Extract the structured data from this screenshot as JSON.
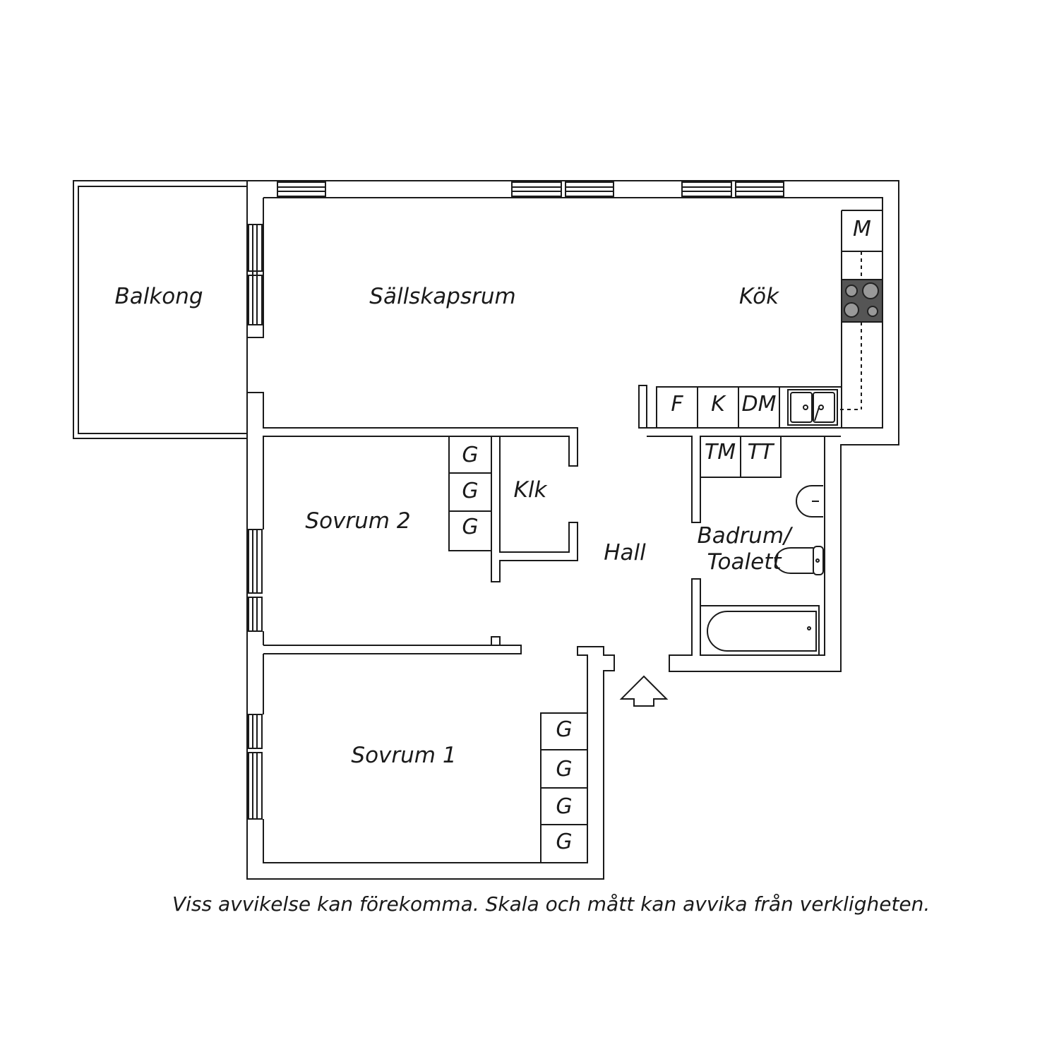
{
  "rooms": {
    "balkong": "Balkong",
    "sallskapsrum": "Sällskapsrum",
    "kok": "Kök",
    "sovrum2": "Sovrum 2",
    "klk": "Klk",
    "hall": "Hall",
    "badrum_line1": "Badrum/",
    "badrum_line2": "Toalett",
    "sovrum1": "Sovrum 1"
  },
  "fixtures": {
    "microwave": "M",
    "fridge": "F",
    "freezer": "K",
    "dishwasher": "DM",
    "washer": "TM",
    "dryer": "TT",
    "wardrobe": "G"
  },
  "disclaimer": "Viss avvikelse kan förekomma. Skala och mått kan avvika från verkligheten.",
  "colors": {
    "line": "#1a1a1a",
    "stove": "#555555"
  }
}
